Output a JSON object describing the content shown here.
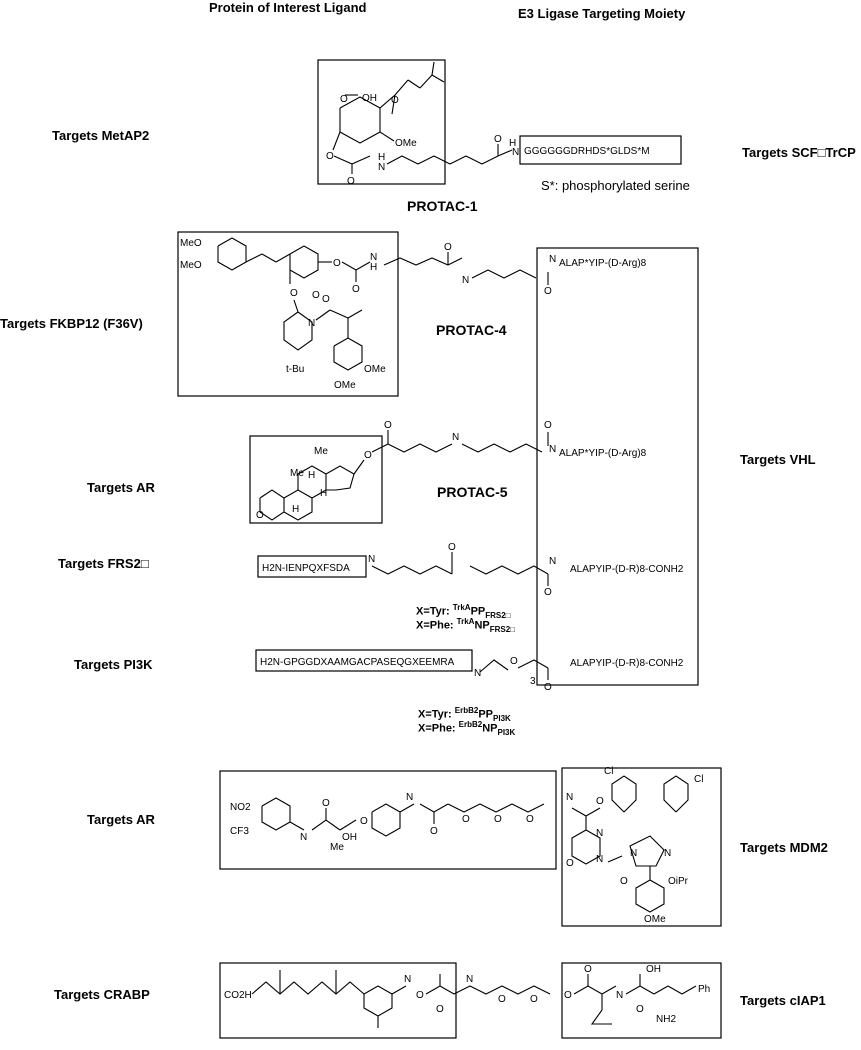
{
  "headers": {
    "left": "Protein of Interest Ligand",
    "right": "E3 Ligase Targeting Moiety"
  },
  "rows": [
    {
      "left_target": "Targets MetAP2",
      "right_target": "Targets SCF□TrCP",
      "label": "PROTAC-1",
      "sequence": "GGGGGGDRHDS*GLDS*M",
      "note": "S*: phosphorylated serine"
    },
    {
      "left_target": "Targets FKBP12 (F36V)",
      "label": "PROTAC-4",
      "sequence": "ALAP*YIP-(D-Arg)8"
    },
    {
      "left_target": "Targets AR",
      "label": "PROTAC-5",
      "sequence": "ALAP*YIP-(D-Arg)8",
      "right_target": "Targets VHL"
    },
    {
      "left_target": "Targets FRS2□",
      "sequence_left": "H2N-IENPQXFSDA",
      "sequence_right": "ALAPYIP-(D-R)8-CONH2",
      "variants": [
        "X=Tyr: TrkAPPFRS2□",
        "X=Phe: TrkANPFRS2□"
      ]
    },
    {
      "left_target": "Targets PI3K",
      "sequence_left": "H2N-GPGGDXAAMGACPASEQGXEEMRA",
      "sequence_right": "ALAPYIP-(D-R)8-CONH2",
      "variants": [
        "X=Tyr: ErbB2PPPI3K",
        "X=Phe: ErbB2NPPI3K"
      ]
    },
    {
      "left_target": "Targets AR",
      "right_target": "Targets MDM2"
    },
    {
      "left_target": "Targets CRABP",
      "right_target": "Targets cIAP1"
    }
  ],
  "atom_labels": {
    "omega": "OMe",
    "tbu": "t-Bu",
    "meo": "MeO",
    "o": "O",
    "n": "N",
    "h": "H",
    "oh": "OH",
    "me": "Me",
    "no2": "NO2",
    "cf3": "CF3",
    "cl": "Cl",
    "oipr": "OiPr",
    "co2h": "CO2H",
    "ph": "Ph",
    "nh2": "NH2",
    "three": "3"
  }
}
